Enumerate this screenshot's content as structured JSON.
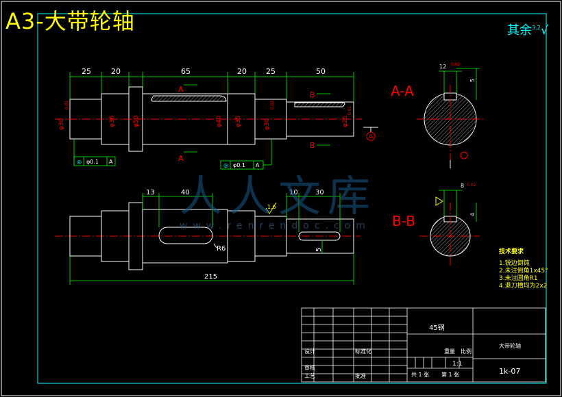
{
  "title": "A3-大带轮轴",
  "roughness_note": "其余",
  "roughness_value": "3.2",
  "section_aa_label": "A-A",
  "section_bb_label": "B-B",
  "section_a_marker": "A",
  "section_b_marker": "B",
  "top_dims": [
    "25",
    "20",
    "65",
    "20",
    "25",
    "50"
  ],
  "dia_labels": [
    "φ30",
    "φ36",
    "φ50",
    "φ40",
    "φ35",
    "φ30",
    "φ25"
  ],
  "tolerance_labels": [
    "0.01",
    "0.02",
    "0.01"
  ],
  "geo_tol_1": "φ0.1",
  "geo_tol_1_datum": "A",
  "geo_tol_2": "φ0.1",
  "geo_tol_2_datum": "A",
  "datum_a": "A",
  "bottom_dims": [
    "13",
    "40",
    "10",
    "30"
  ],
  "overall_length": "215",
  "radius_label": "R6",
  "keyway_depth": "5",
  "surface_finish": "1.6",
  "aa_dims": [
    "12",
    "5",
    "0.02"
  ],
  "bb_dims": [
    "8",
    "4",
    "0.02"
  ],
  "tech_title": "技术要求",
  "tech_items": [
    "1.锐边倒钝",
    "2.未注倒角1x45°",
    "3.未注圆角R1",
    "4.退刀槽均为2x2"
  ],
  "watermark": "人人文库",
  "watermark_url": "www.renrendoc.com",
  "titleblock": {
    "material": "45钢",
    "part_name": "大带轮轴",
    "drawing_no": "1k-07",
    "scale": "1:1",
    "weight_label": "重量",
    "scale_label": "比例",
    "sheets": "共 1 张",
    "sheet_no": "第 1 张",
    "design": "设计",
    "check": "审核",
    "process": "工艺",
    "standard": "标准化",
    "approve": "批准"
  }
}
